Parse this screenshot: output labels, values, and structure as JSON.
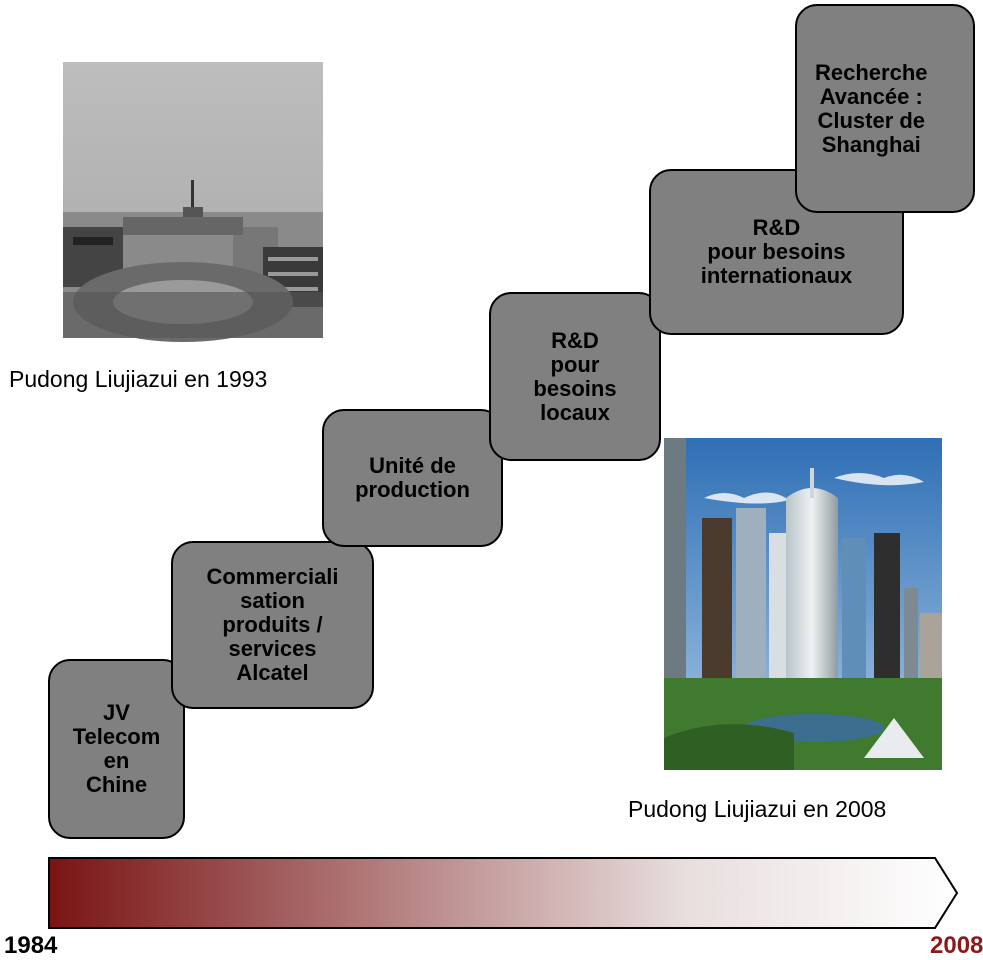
{
  "steps": [
    {
      "label": "JV\nTelecom\nen\nChine"
    },
    {
      "label": "Commerciali\nsation\nproduits /\nservices\nAlcatel"
    },
    {
      "label": "Unité de\nproduction"
    },
    {
      "label": "R&D\npour\nbesoins\nlocaux"
    },
    {
      "label": "R&D\npour besoins\ninternationaux"
    },
    {
      "label": "Recherche\nAvancée :\nCluster de\nShanghai"
    }
  ],
  "photos": {
    "old": {
      "caption": "Pudong Liujiazui en 1993"
    },
    "new": {
      "caption": "Pudong Liujiazui en 2008"
    }
  },
  "timeline": {
    "start_year": "1984",
    "end_year": "2008",
    "gradient_start": "#7a1414",
    "gradient_end": "#ffffff",
    "end_year_color": "#8b1a1a"
  },
  "colors": {
    "step_fill": "#808080"
  }
}
